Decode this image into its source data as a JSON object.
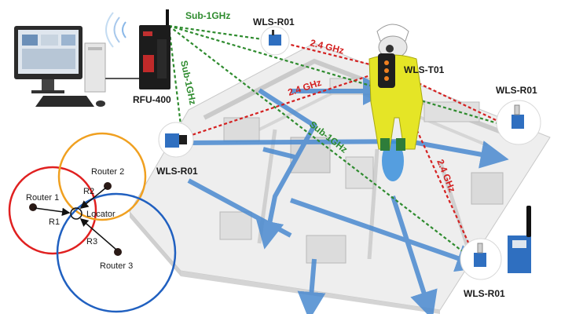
{
  "devices": {
    "gateway": "RFU-400",
    "tag": "WLS-T01",
    "reader_top": "WLS-R01",
    "reader_right": "WLS-R01",
    "reader_left": "WLS-R01",
    "reader_bottom": "WLS-R01"
  },
  "links": {
    "sub_top": "Sub-1GHz",
    "sub_vertical": "Sub-1GHz",
    "sub_center": "Sub-1GHz",
    "ghz_top": "2.4 GHz",
    "ghz_mid": "2.4 GHz",
    "ghz_right": "2.4 GHz"
  },
  "trilateration": {
    "router1": "Router 1",
    "router2": "Router 2",
    "router3": "Router 3",
    "locator": "Locator",
    "r1": "R1",
    "r2": "R2",
    "r3": "R3"
  },
  "colors": {
    "sub_link": "#2e8b2e",
    "ghz_link": "#d42020",
    "circle1": "#e02020",
    "circle2": "#f0a020",
    "circle3": "#2060c0",
    "route_arrow": "#4a8ad0"
  }
}
